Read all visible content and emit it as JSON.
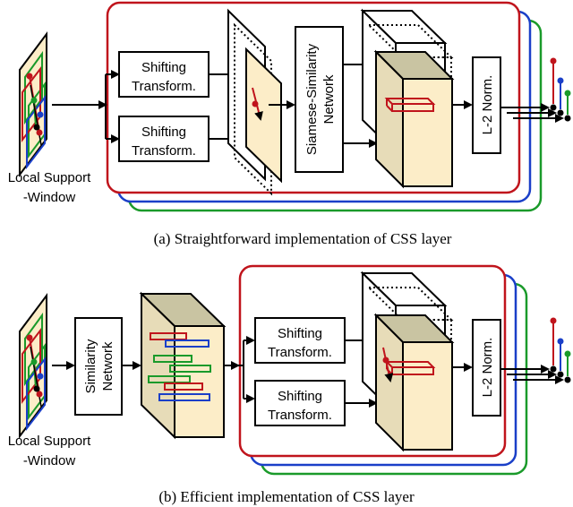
{
  "panel_a": {
    "caption": "(a) Straightforward implementation of CSS layer",
    "support_window_label_1": "Local Support",
    "support_window_label_2": "-Window",
    "shift_box_top_1": "Shifting",
    "shift_box_top_2": "Transform.",
    "shift_box_bottom_1": "Shifting",
    "shift_box_bottom_2": "Transform.",
    "siamese_label_1": "Siamese-Similarity",
    "siamese_label_2": "Network",
    "norm_label": "L-2 Norm."
  },
  "panel_b": {
    "caption": "(b) Efficient implementation of CSS layer",
    "support_window_label_1": "Local Support",
    "support_window_label_2": "-Window",
    "similarity_label_1": "Similarity",
    "similarity_label_2": "Network",
    "shift_box_top_1": "Shifting",
    "shift_box_top_2": "Transform.",
    "shift_box_bottom_1": "Shifting",
    "shift_box_bottom_2": "Transform.",
    "norm_label": "L-2 Norm."
  },
  "colors": {
    "red": "#c0141c",
    "blue": "#1a3fc8",
    "green": "#1a9a2a",
    "cream": "#fcedc8",
    "cream_dark": "#c9c4a2",
    "side_gray": "#e7dcb8"
  }
}
